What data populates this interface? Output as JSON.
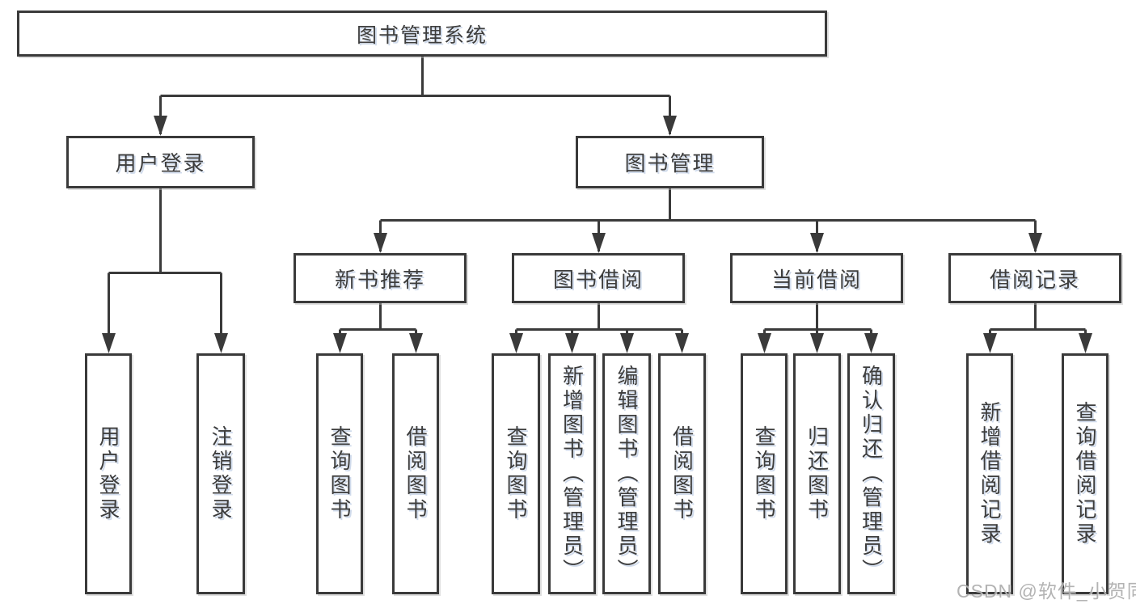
{
  "tree": {
    "label": "图书管理系统",
    "children": [
      {
        "label": "用户登录",
        "children": [
          {
            "label": "用户登录"
          },
          {
            "label": "注销登录"
          }
        ]
      },
      {
        "label": "图书管理",
        "children": [
          {
            "label": "新书推荐",
            "children": [
              {
                "label": "查询图书"
              },
              {
                "label": "借阅图书"
              }
            ]
          },
          {
            "label": "图书借阅",
            "children": [
              {
                "label": "查询图书"
              },
              {
                "label": "新增图书（管理员）"
              },
              {
                "label": "编辑图书（管理员）"
              },
              {
                "label": "借阅图书"
              }
            ]
          },
          {
            "label": "当前借阅",
            "children": [
              {
                "label": "查询图书"
              },
              {
                "label": "归还图书"
              },
              {
                "label": "确认归还（管理员）"
              }
            ]
          },
          {
            "label": "借阅记录",
            "children": [
              {
                "label": "新增借阅记录"
              },
              {
                "label": "查询借阅记录"
              }
            ]
          }
        ]
      }
    ]
  },
  "watermark": "CSDN @软件_小贺同学",
  "colors": {
    "line": "#3a3a3a",
    "text": "#3d3d3d",
    "box_fill": "#ffffff",
    "watermark": "#a8a8a8"
  }
}
